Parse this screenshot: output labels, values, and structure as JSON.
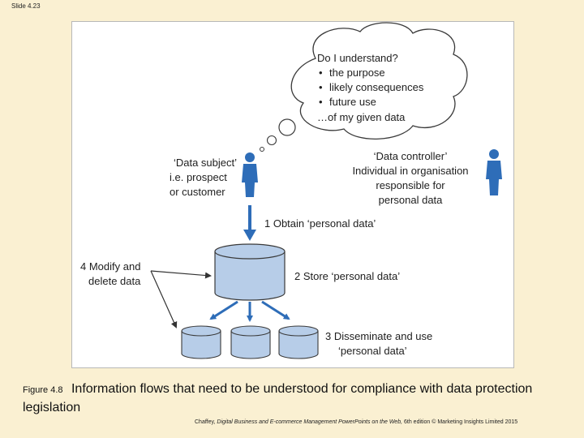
{
  "slide": {
    "label": "Slide 4.23"
  },
  "diagram": {
    "thought_bubble": {
      "title": "Do I understand?",
      "items": [
        "the purpose",
        "likely consequences",
        "future use"
      ],
      "footer": "…of my given data"
    },
    "data_subject": {
      "lines": [
        "‘Data subject’",
        "i.e. prospect",
        "or customer"
      ]
    },
    "data_controller": {
      "lines": [
        "‘Data controller’",
        "Individual in organisation",
        "responsible for",
        "personal data"
      ]
    },
    "steps": {
      "obtain": "1 Obtain ‘personal data’",
      "store": "2 Store ‘personal data’",
      "disseminate": [
        "3 Disseminate and use",
        "‘personal data’"
      ],
      "modify": [
        "4 Modify and",
        "delete data"
      ]
    },
    "colors": {
      "accent": "#2e6db8",
      "cylinder": "#b7cde8",
      "outline": "#3a3a3a"
    }
  },
  "caption": {
    "figure_number": "Figure 4.8",
    "text": "Information flows that need to be understood for compliance with data protection legislation"
  },
  "credit": {
    "author": "Chaffey,",
    "title": "Digital Business and E-commerce Management PowerPoints on the Web,",
    "edition": "6th edition © Marketing Insights Limited 2015"
  }
}
